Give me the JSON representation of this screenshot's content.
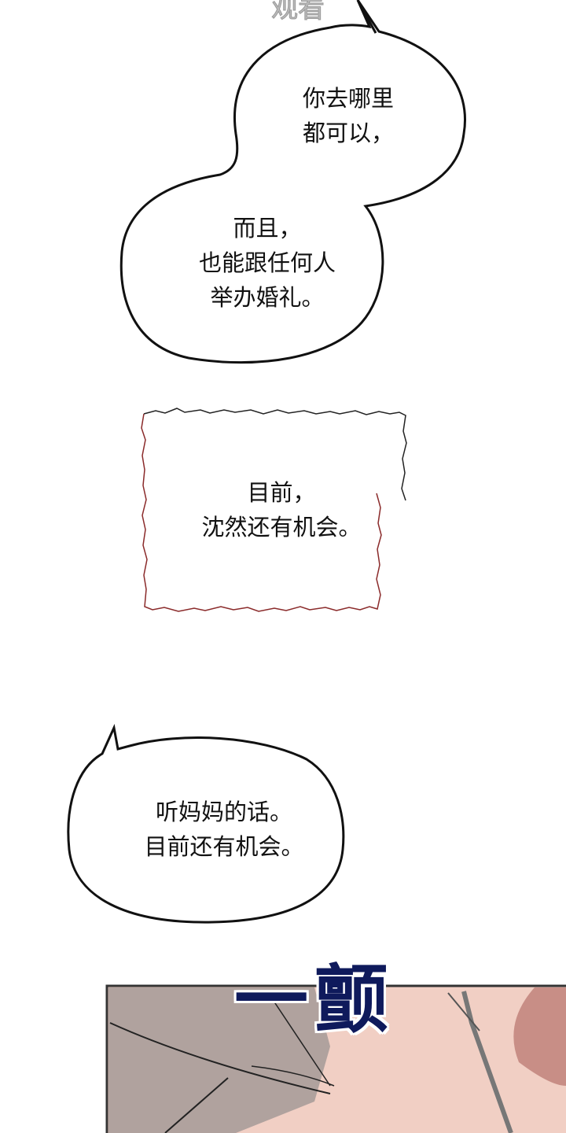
{
  "watermark": "观看",
  "bubble_1": {
    "lines_upper": [
      "你去哪里",
      "都可以，"
    ],
    "lines_lower": [
      "而且，",
      "也能跟任何人",
      "举办婚礼。"
    ]
  },
  "caption": {
    "lines": [
      "目前，",
      "沈然还有机会。"
    ]
  },
  "bubble_2": {
    "lines": [
      "听妈妈的话。",
      "目前还有机会。"
    ]
  },
  "sfx": "一颤",
  "colors": {
    "sfx": "#0f1a5c",
    "caption_border_bottom": "#8a2a2a",
    "skin": "#f1cfc4",
    "hair": "#a89c9a"
  }
}
